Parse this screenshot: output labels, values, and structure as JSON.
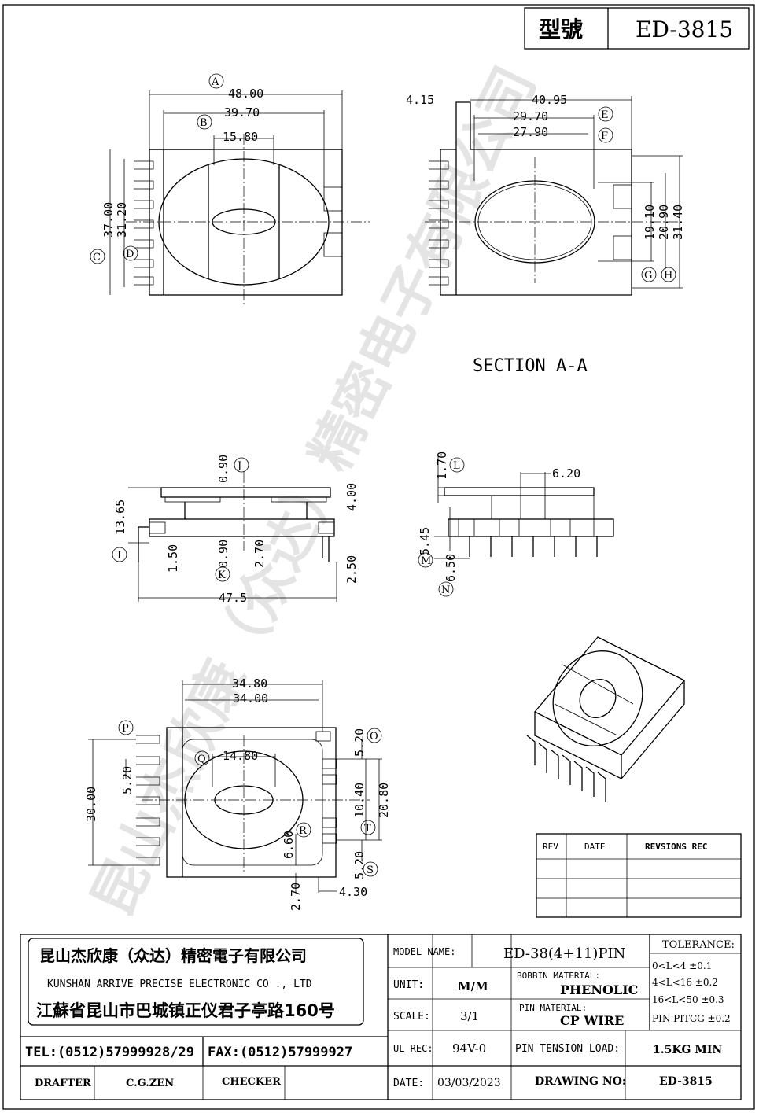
{
  "title_block_top": {
    "model_label": "型號",
    "model_value": "ED-3815"
  },
  "section_label": "SECTION A-A",
  "watermark": "昆山杰欣康（众达）精密电子有限公司",
  "top_left_view": {
    "dims": [
      "48.00",
      "39.70",
      "15.80",
      "37.00",
      "31.20"
    ],
    "callouts": [
      "A",
      "B",
      "C",
      "D"
    ]
  },
  "top_right_view": {
    "dims": [
      "4.15",
      "40.95",
      "29.70",
      "27.90",
      "19.10",
      "20.90",
      "31.40"
    ],
    "callouts": [
      "E",
      "F",
      "G",
      "H"
    ]
  },
  "middle_left_view": {
    "dims": [
      "0.90",
      "13.65",
      "4.00",
      "1.50",
      "0.90",
      "2.70",
      "2.50",
      "47.5"
    ],
    "callouts": [
      "J",
      "I",
      "K"
    ]
  },
  "middle_right_view": {
    "dims": [
      "1.70",
      "6.20",
      "5.45",
      "6.50"
    ],
    "callouts": [
      "L",
      "M",
      "N"
    ]
  },
  "bottom_view": {
    "dims": [
      "34.80",
      "34.00",
      "14.80",
      "5.20",
      "5.20",
      "30.00",
      "10.40",
      "20.80",
      "6.60",
      "5.20",
      "2.70",
      "4.30"
    ],
    "callouts": [
      "P",
      "O",
      "Q",
      "R",
      "T",
      "S"
    ]
  },
  "revision_table": {
    "headers": [
      "REV",
      "DATE",
      "REVSIONS  REC"
    ]
  },
  "company": {
    "name_cn": "昆山杰欣康（众达）精密電子有限公司",
    "name_en": "KUNSHAN ARRIVE PRECISE ELECTRONIC CO ., LTD",
    "address": "江蘇省昆山市巴城镇正仪君子亭路160号",
    "tel": "TEL:(0512)57999928/29",
    "fax": "FAX:(0512)57999927"
  },
  "signoff": {
    "drafter_label": "DRAFTER",
    "drafter": "C.G.ZEN",
    "checker_label": "CHECKER"
  },
  "spec": {
    "model_name_label": "MODEL NAME:",
    "model_name": "ED-38(4+11)PIN",
    "unit_label": "UNIT:",
    "unit": "M/M",
    "bobbin_material_label": "BOBBIN MATERIAL:",
    "bobbin_material": "PHENOLIC",
    "scale_label": "SCALE:",
    "scale": "3/1",
    "pin_material_label": "PIN MATERIAL:",
    "pin_material": "CP WIRE",
    "ul_rec_label": "UL REC:",
    "ul_rec": "94V-0",
    "pin_tension_label": "PIN TENSION LOAD:",
    "pin_tension": "1.5KG MIN",
    "date_label": "DATE:",
    "date": "03/03/2023",
    "drawing_no_label": "DRAWING NO:",
    "drawing_no": "ED-3815"
  },
  "tolerance": {
    "title": "TOLERANCE:",
    "rows": [
      "0<L<4    ±0.1",
      "4<L<16   ±0.2",
      "16<L<50  ±0.3",
      "PIN PITCG ±0.2"
    ]
  }
}
